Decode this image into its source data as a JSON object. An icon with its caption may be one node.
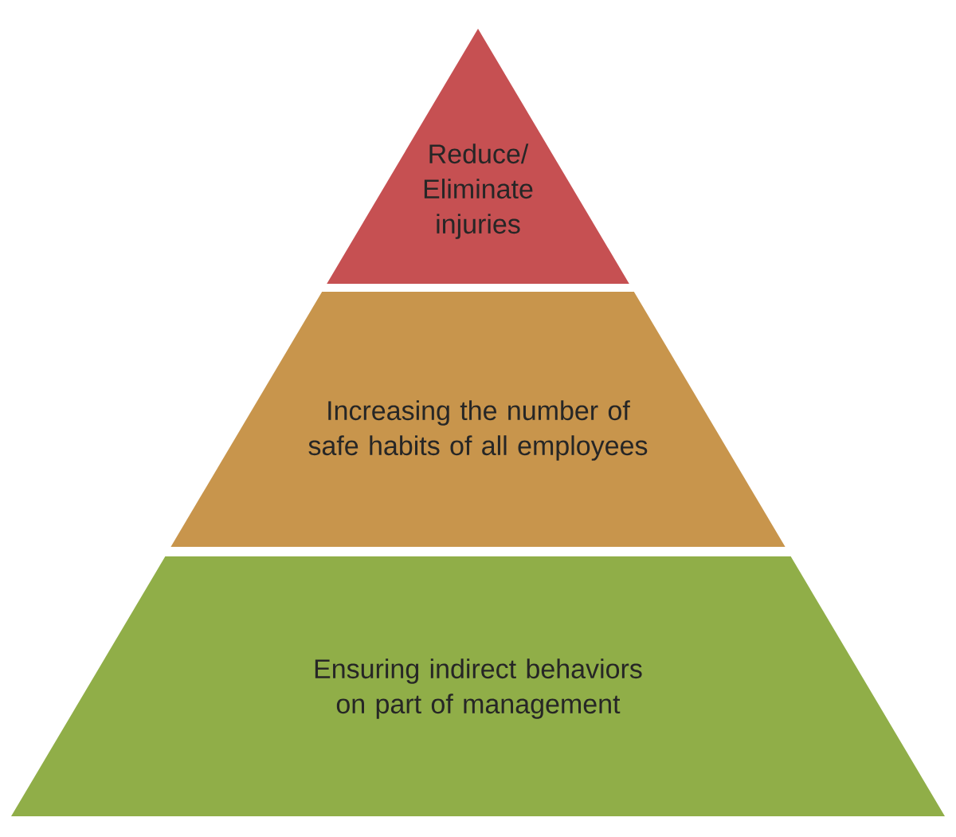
{
  "diagram": {
    "nodes": [
      {
        "text": [
          "Reduce/ Eliminate injuries"
        ]
      },
      {
        "text": [
          "Increasing the number of safe habits of all employees"
        ]
      },
      {
        "text": [
          "Ensuring indirect behaviors on part of management"
        ]
      }
    ]
  }
}
